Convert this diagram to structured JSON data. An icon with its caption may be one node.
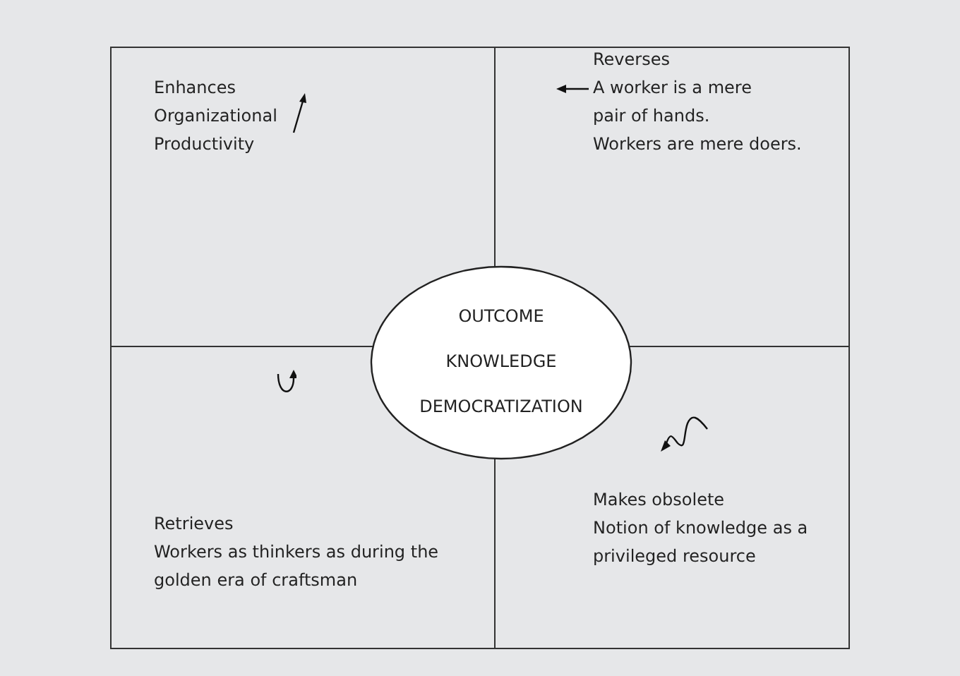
{
  "diagram": {
    "nodes": [
      {
        "text": [
          "Enhances",
          "Organizational Productivity"
        ]
      },
      {
        "text": [
          "Reverses",
          "A worker is a mere pair of hands.",
          "Workers are mere doers."
        ]
      },
      {
        "text": [
          "Retrieves",
          "Workers as thinkers as during the golden era of craftsman"
        ]
      },
      {
        "text": [
          "Makes obsolete",
          "Notion of knowledge as a privileged resource"
        ]
      },
      {
        "text": [
          "OUTCOME",
          "KNOWLEDGE",
          "DEMOCRATIZATION"
        ]
      }
    ]
  }
}
